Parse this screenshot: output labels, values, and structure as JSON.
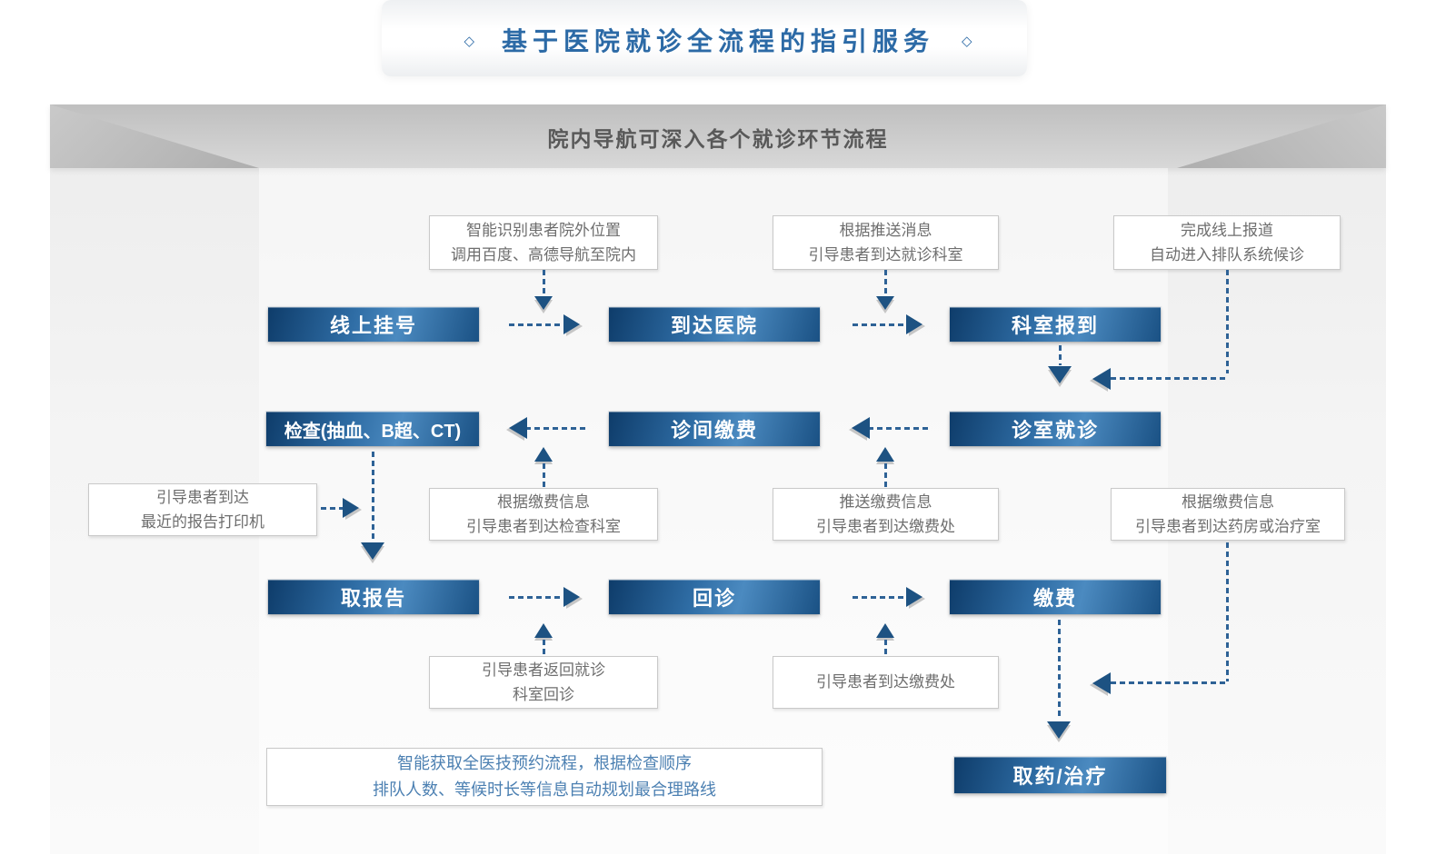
{
  "title": {
    "text": "基于医院就诊全流程的指引服务",
    "ornament": "◇"
  },
  "panel": {
    "header": "院内导航可深入各个就诊环节流程"
  },
  "colors": {
    "accent_blue": "#2c6aa6",
    "bar_gradient_dark": "#0e3c6a",
    "bar_gradient_light": "#4b8ac0",
    "arrow_blue": "#2e6296",
    "note_text_gray": "#6e6e6e",
    "note_text_blue": "#4c80b2",
    "header_text_gray": "#595959"
  },
  "nodes": [
    {
      "id": "online-register",
      "label": "线上挂号"
    },
    {
      "id": "arrive-hospital",
      "label": "到达医院"
    },
    {
      "id": "dept-checkin",
      "label": "科室报到"
    },
    {
      "id": "examination",
      "label": "检查(抽血、B超、CT)"
    },
    {
      "id": "clinic-payment",
      "label": "诊间缴费"
    },
    {
      "id": "consult-room",
      "label": "诊室就诊"
    },
    {
      "id": "get-report",
      "label": "取报告"
    },
    {
      "id": "return-visit",
      "label": "回诊"
    },
    {
      "id": "payment",
      "label": "缴费"
    },
    {
      "id": "pharmacy-treatment",
      "label": "取药/治疗"
    }
  ],
  "notes": {
    "outdoor_nav": {
      "line1": "智能识别患者院外位置",
      "line2": "调用百度、高德导航至院内"
    },
    "push_message": {
      "line1": "根据推送消息",
      "line2": "引导患者到达就诊科室"
    },
    "online_checkin": {
      "line1": "完成线上报道",
      "line2": "自动进入排队系统候诊"
    },
    "report_printer": {
      "line1": "引导患者到达",
      "line2": "最近的报告打印机"
    },
    "to_exam_dept": {
      "line1": "根据缴费信息",
      "line2": "引导患者到达检查科室"
    },
    "push_payment": {
      "line1": "推送缴费信息",
      "line2": "引导患者到达缴费处"
    },
    "to_pharmacy": {
      "line1": "根据缴费信息",
      "line2": "引导患者到达药房或治疗室"
    },
    "return_dept": {
      "line1": "引导患者返回就诊",
      "line2": "科室回诊"
    },
    "to_payment": {
      "line1": "引导患者到达缴费处"
    },
    "smart_route": {
      "line1": "智能获取全医技预约流程，根据检查顺序",
      "line2": "排队人数、等候时长等信息自动规划最合理路线"
    }
  }
}
